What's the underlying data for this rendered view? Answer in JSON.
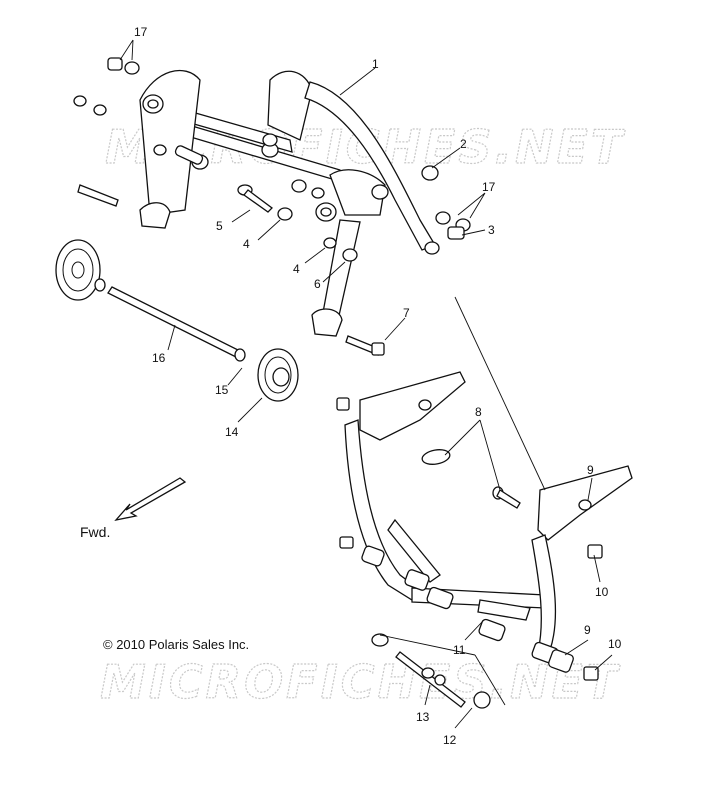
{
  "watermark": {
    "text": "MICROFICHES.NET"
  },
  "direction_label": "Fwd.",
  "copyright": "© 2010 Polaris Sales Inc.",
  "callouts": {
    "c1": "1",
    "c2": "2",
    "c3": "3",
    "c4a": "4",
    "c4b": "4",
    "c5": "5",
    "c6": "6",
    "c7": "7",
    "c8": "8",
    "c9a": "9",
    "c9b": "9",
    "c10a": "10",
    "c10b": "10",
    "c11": "11",
    "c12": "12",
    "c13": "13",
    "c14": "14",
    "c15": "15",
    "c16": "16",
    "c17a": "17",
    "c17b": "17"
  }
}
